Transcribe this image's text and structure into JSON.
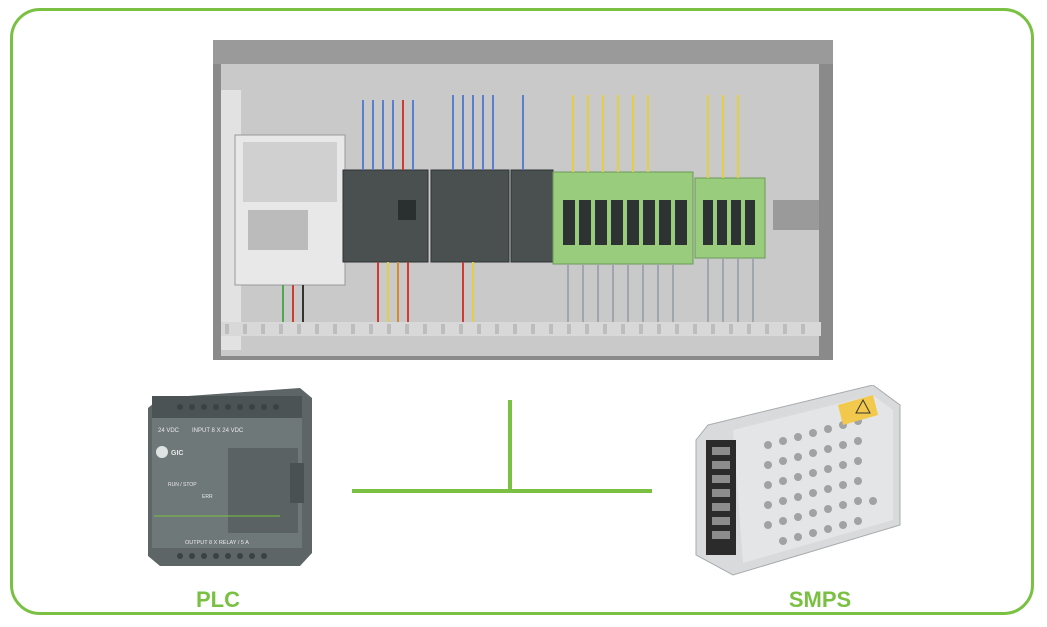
{
  "colors": {
    "accent": "#7ac143",
    "label": "#7ac143"
  },
  "photo": {
    "title": "Control panel photo"
  },
  "labels": {
    "plc": "PLC",
    "smps": "SMPS"
  },
  "plc_device": {
    "supply": "24 VDC",
    "input_label": "INPUT 8 X 24 VDC",
    "output_label": "OUTPUT 8 X RELAY / 5 A",
    "brand": "GIC",
    "status_lines": [
      "RUN / STOP",
      "ERR"
    ]
  },
  "smps_device": {
    "icon": "power-supply-icon"
  },
  "icons": {
    "warning": "warning-icon"
  }
}
